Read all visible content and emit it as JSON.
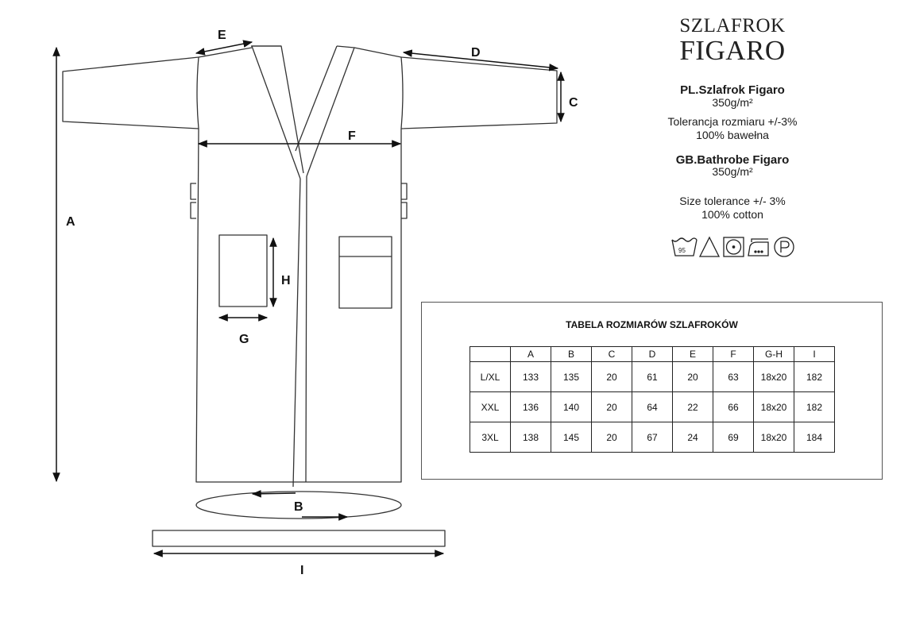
{
  "brand": {
    "line1": "SZLAFROK",
    "line2": "FIGARO"
  },
  "pl": {
    "title": "PL.Szlafrok Figaro",
    "weight": "350g/m²",
    "tolerance": "Tolerancja rozmiaru +/-3%",
    "material": "100% bawełna"
  },
  "gb": {
    "title": "GB.Bathrobe Figaro",
    "weight": "350g/m²",
    "tolerance": "Size tolerance +/- 3%",
    "material": "100% cotton"
  },
  "care": {
    "wash_temp": "95",
    "icons": [
      "wash-95-icon",
      "bleach-triangle-icon",
      "tumble-dry-icon",
      "iron-icon",
      "dry-clean-p-icon"
    ]
  },
  "labels": {
    "A": "A",
    "B": "B",
    "C": "C",
    "D": "D",
    "E": "E",
    "F": "F",
    "G": "G",
    "H": "H",
    "I": "I"
  },
  "size_table": {
    "title": "TABELA ROZMIARÓW SZLAFROKÓW",
    "columns": [
      "",
      "A",
      "B",
      "C",
      "D",
      "E",
      "F",
      "G-H",
      "I"
    ],
    "rows": [
      [
        "L/XL",
        "133",
        "135",
        "20",
        "61",
        "20",
        "63",
        "18x20",
        "182"
      ],
      [
        "XXL",
        "136",
        "140",
        "20",
        "64",
        "22",
        "66",
        "18x20",
        "182"
      ],
      [
        "3XL",
        "138",
        "145",
        "20",
        "67",
        "24",
        "69",
        "18x20",
        "184"
      ]
    ]
  },
  "colors": {
    "line": "#333333",
    "text": "#1a1a1a",
    "border": "#555555"
  }
}
